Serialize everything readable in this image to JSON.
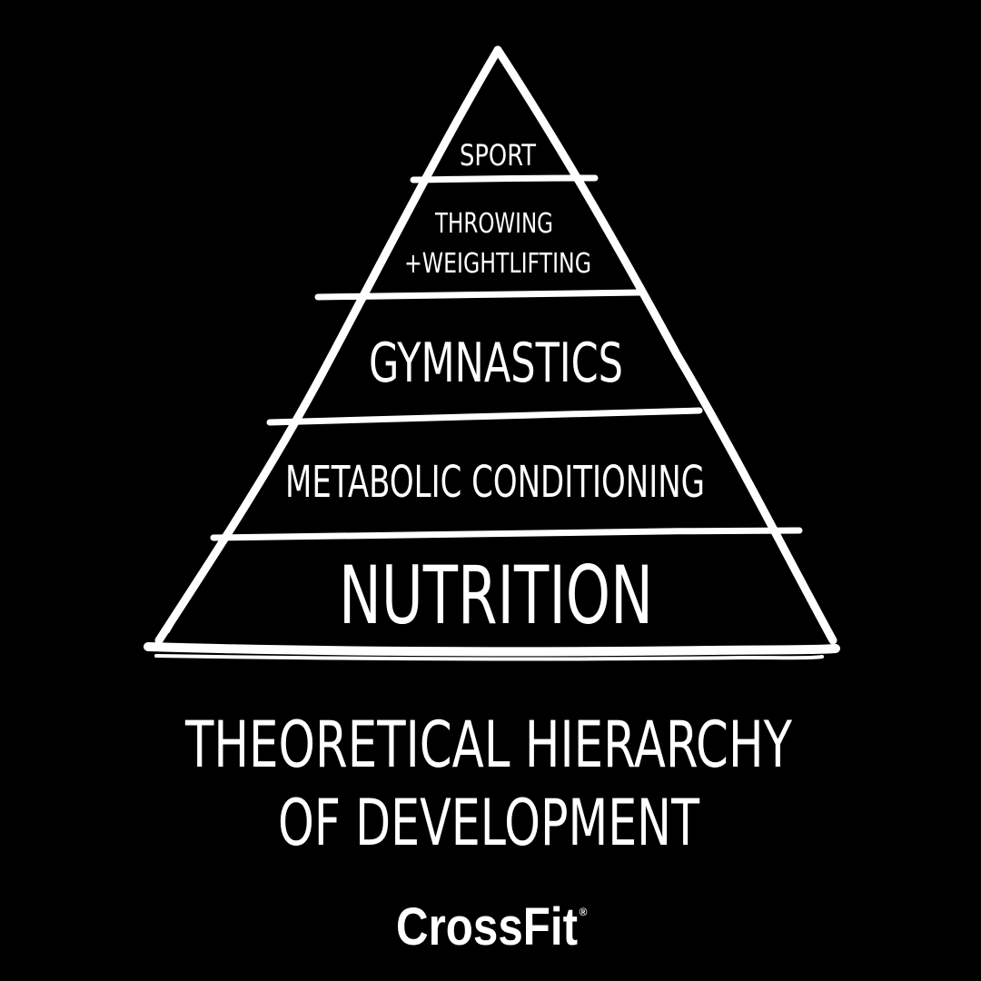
{
  "diagram": {
    "tiers": [
      {
        "lines": [
          "SPORT"
        ]
      },
      {
        "lines": [
          "THROWING",
          "+WEIGHTLIFTING"
        ]
      },
      {
        "lines": [
          "GYMNASTICS"
        ]
      },
      {
        "lines": [
          "METABOLIC CONDITIONING"
        ]
      },
      {
        "lines": [
          "NUTRITION"
        ]
      }
    ]
  },
  "caption": {
    "line1": "THEORETICAL HIERARCHY",
    "line2": "OF DEVELOPMENT"
  },
  "logo": {
    "wordmark": "CrossFit",
    "mark": "®"
  },
  "colors": {
    "background": "#000000",
    "ink": "#ffffff"
  }
}
